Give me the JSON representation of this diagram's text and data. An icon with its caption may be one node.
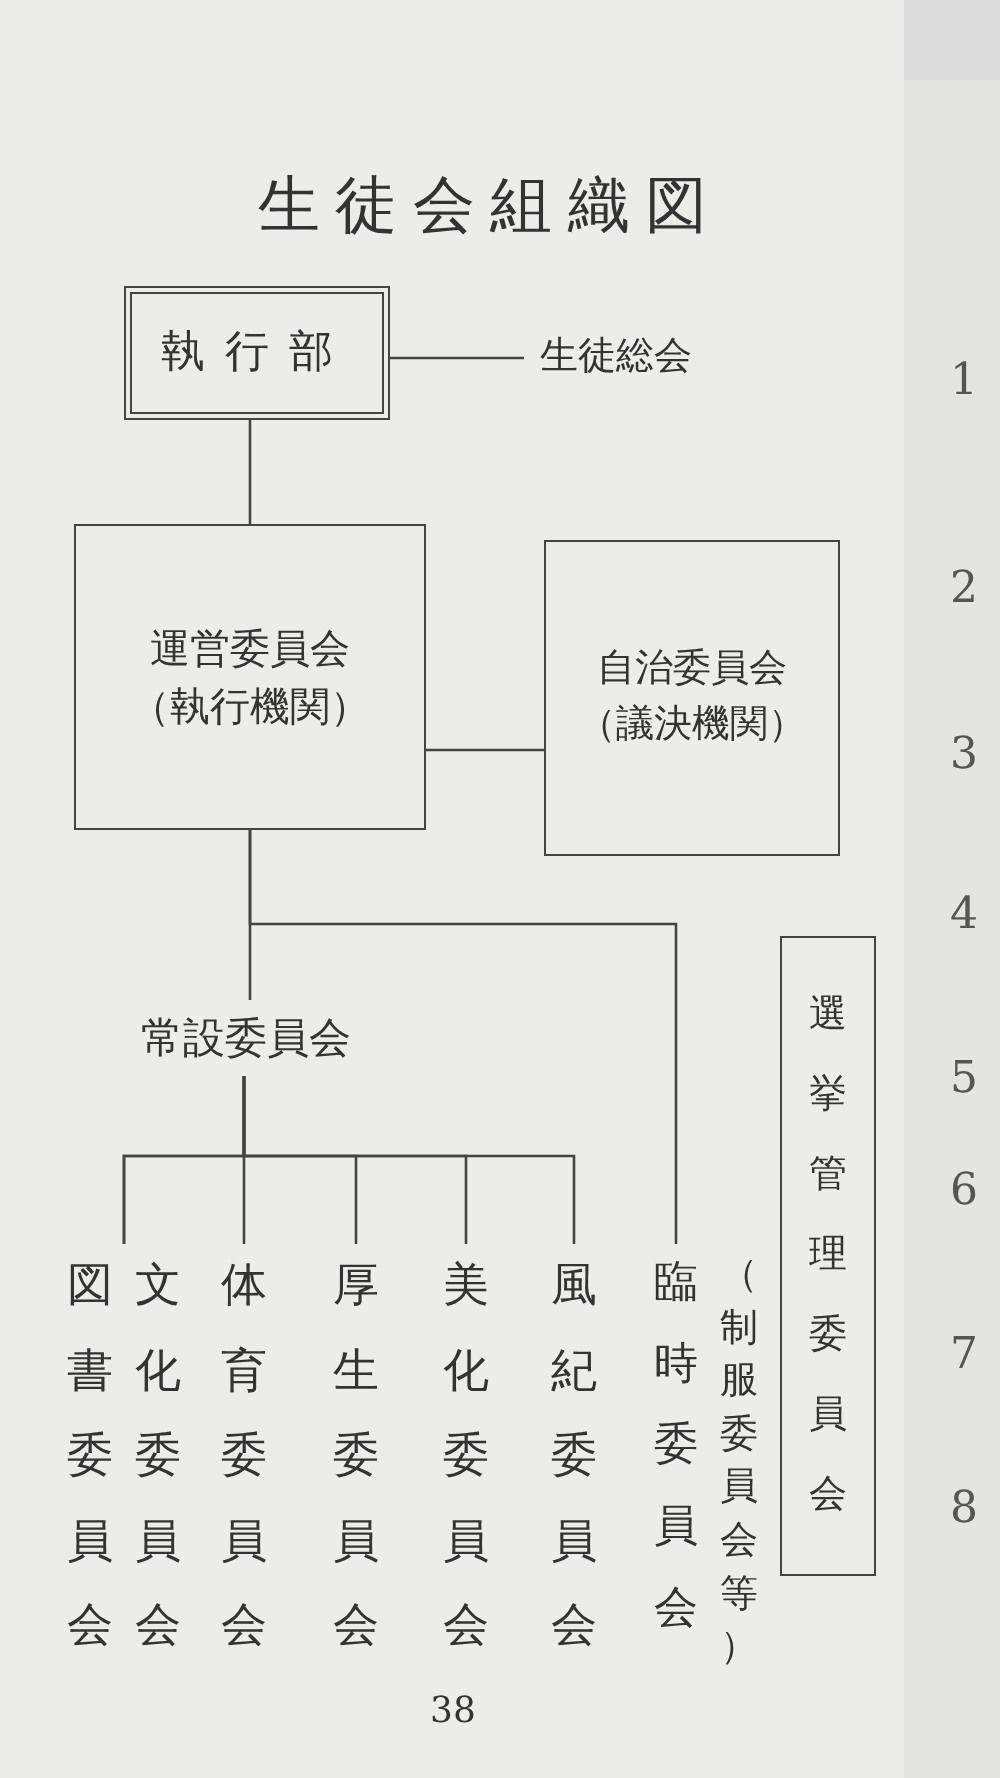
{
  "diagram": {
    "title": "生徒会組織図",
    "nodes": [
      {
        "text": [
          "執行部"
        ]
      },
      {
        "text": [
          "生徒総会"
        ]
      },
      {
        "text": [
          "運営委員会",
          "（執行機関）"
        ]
      },
      {
        "text": [
          "自治委員会",
          "（議決機関）"
        ]
      },
      {
        "text": [
          "常設委員会"
        ]
      },
      {
        "text": [
          "図書委員会"
        ]
      },
      {
        "text": [
          "文化委員会"
        ]
      },
      {
        "text": [
          "体育委員会"
        ]
      },
      {
        "text": [
          "厚生委員会"
        ]
      },
      {
        "text": [
          "美化委員会"
        ]
      },
      {
        "text": [
          "風紀委員会"
        ]
      },
      {
        "text": [
          "臨時委員会"
        ],
        "beside": [
          "（制服委員会等）"
        ]
      },
      {
        "text": [
          "選挙管理委員会"
        ]
      }
    ],
    "edges": [
      {
        "from": 0,
        "to": 1,
        "arrow": "none"
      },
      {
        "from": 0,
        "to": 2,
        "arrow": "none"
      },
      {
        "from": 2,
        "to": 3,
        "arrow": "none"
      },
      {
        "from": 2,
        "to": 4,
        "arrow": "none"
      },
      {
        "from": 2,
        "to": 11,
        "arrow": "none"
      },
      {
        "from": 4,
        "to": 5,
        "arrow": "none"
      },
      {
        "from": 4,
        "to": 6,
        "arrow": "none"
      },
      {
        "from": 4,
        "to": 7,
        "arrow": "none"
      },
      {
        "from": 4,
        "to": 8,
        "arrow": "none"
      },
      {
        "from": 4,
        "to": 9,
        "arrow": "none"
      },
      {
        "from": 4,
        "to": 10,
        "arrow": "none"
      }
    ],
    "labels": [
      "38",
      "1",
      "2",
      "3",
      "4",
      "5",
      "6",
      "7",
      "8"
    ]
  }
}
